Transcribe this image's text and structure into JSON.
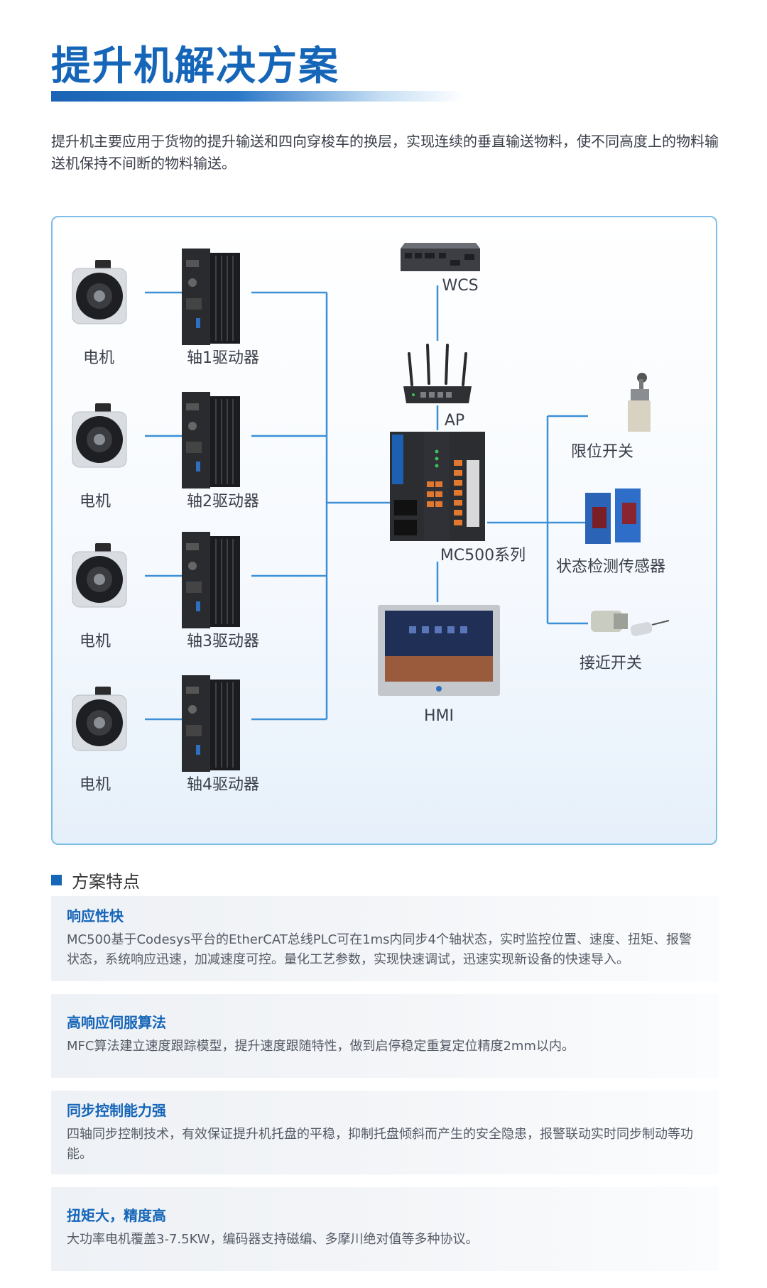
{
  "title": "提升机解决方案",
  "intro": "提升机主要应用于货物的提升输送和四向穿梭车的换层，实现连续的垂直输送物料，使不同高度上的物料输送机保持不间断的物料输送。",
  "diagram": {
    "motor_label": "电机",
    "drives": [
      "轴1驱动器",
      "轴2驱动器",
      "轴3驱动器",
      "轴4驱动器"
    ],
    "wcs": "WCS",
    "ap": "AP",
    "plc": "MC500系列",
    "hmi": "HMI",
    "limit_switch": "限位开关",
    "status_sensor": "状态检测传感器",
    "proximity_switch": "接近开关",
    "line_color": "#3d8fd6"
  },
  "features_title": "方案特点",
  "features": [
    {
      "title": "响应性快",
      "text": "MC500基于Codesys平台的EtherCAT总线PLC可在1ms内同步4个轴状态，实时监控位置、速度、扭矩、报警状态，系统响应迅速，加减速度可控。量化工艺参数，实现快速调试，迅速实现新设备的快速导入。"
    },
    {
      "title": "高响应伺服算法",
      "text": "MFC算法建立速度跟踪模型，提升速度跟随特性，做到启停稳定重复定位精度2mm以内。"
    },
    {
      "title": "同步控制能力强",
      "text": "四轴同步控制技术，有效保证提升机托盘的平稳，抑制托盘倾斜而产生的安全隐患，报警联动实时同步制动等功能。"
    },
    {
      "title": "扭矩大，精度高",
      "text": "大功率电机覆盖3-7.5KW，编码器支持磁编、多摩川绝对值等多种协议。"
    }
  ]
}
